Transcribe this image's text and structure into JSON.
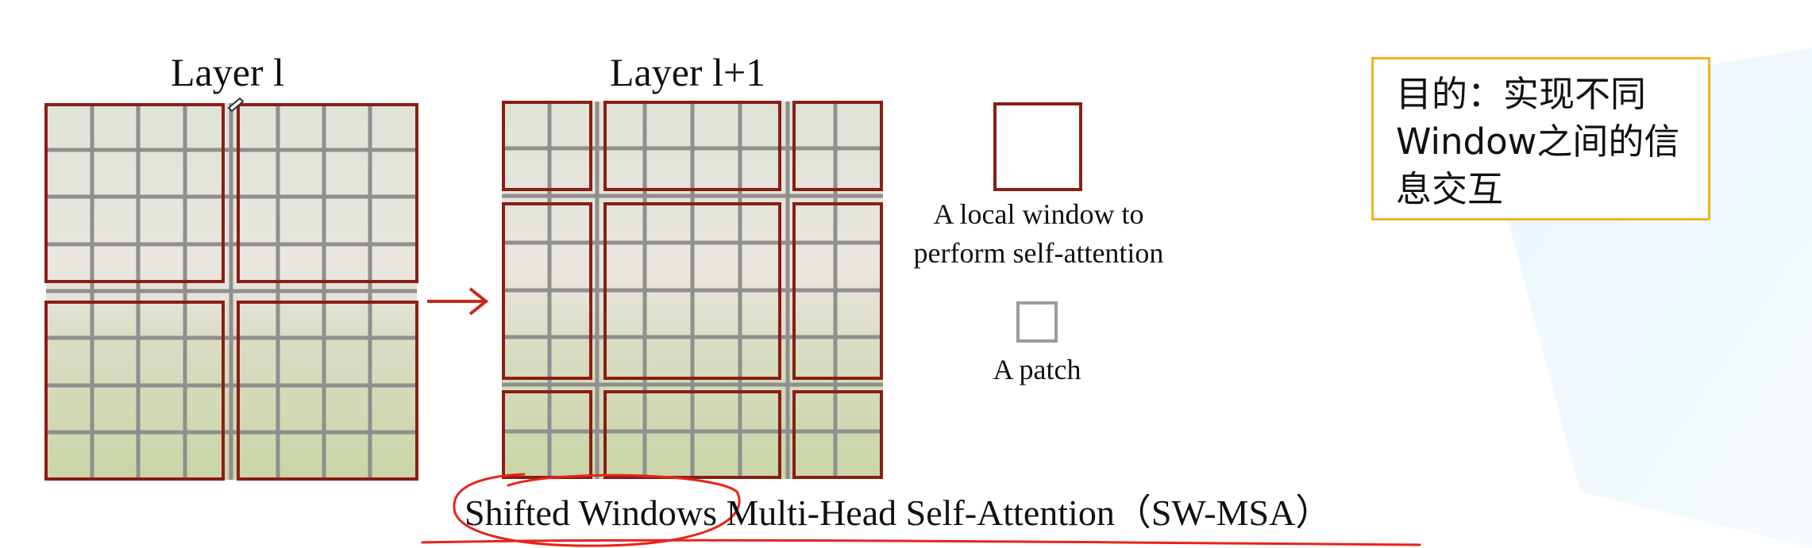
{
  "diagram": {
    "layer_l_title": "Layer l",
    "layer_l1_title": "Layer l+1",
    "legend": {
      "window_line1": "A local window to",
      "window_line2": "perform self-attention",
      "patch": "A patch"
    },
    "caption": "Shifted Windows Multi-Head Self-Attention（SW-MSA）",
    "note": {
      "line1": "目的：实现不同",
      "line2": "Window之间的信",
      "line3": "息交互"
    },
    "colors": {
      "window_border": "#8b1e14",
      "patch_grid": "#8f8f8f",
      "annotation_red": "#e8231a",
      "note_border": "#f1b41e"
    }
  }
}
